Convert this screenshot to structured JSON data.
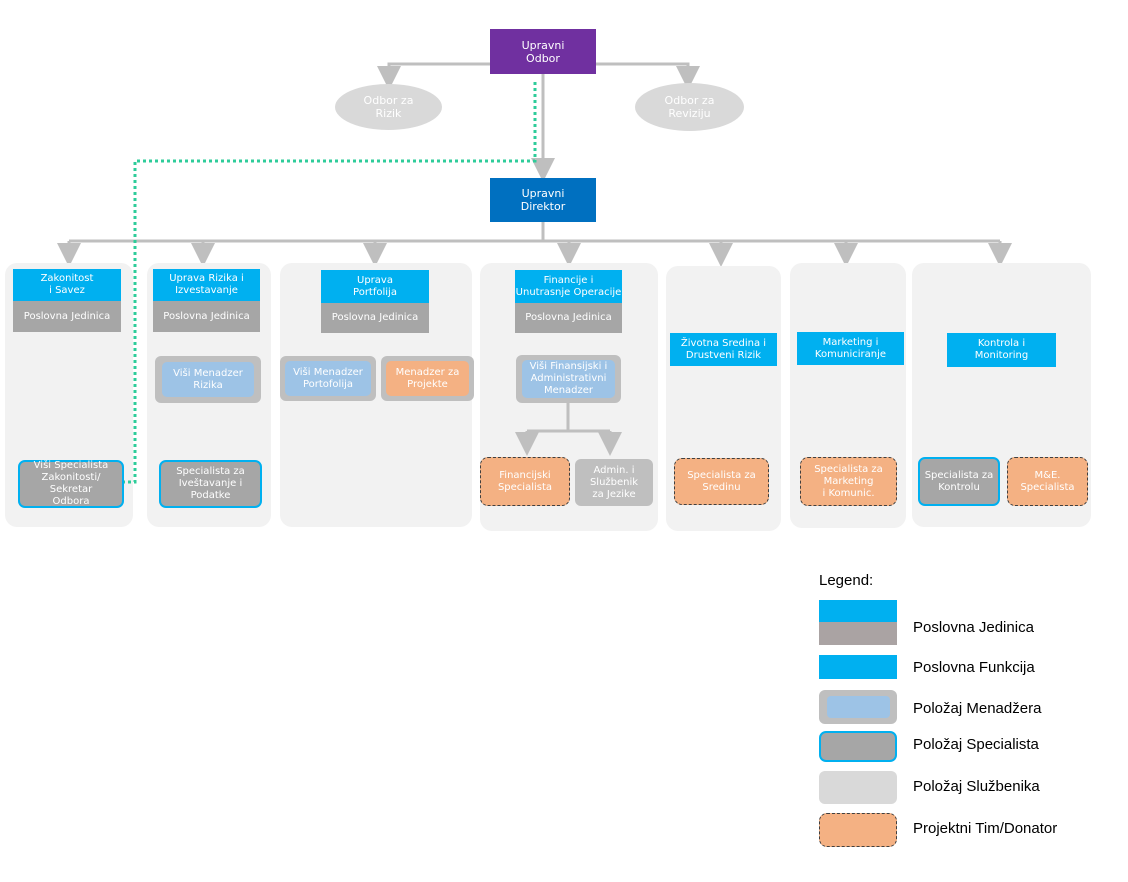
{
  "board": "Upravni\nOdbor",
  "risk_committee": "Odbor za\nRizik",
  "audit_committee": "Odbor za\nReviziju",
  "director": "Upravni\nDirektor",
  "business_unit_label": "Poslovna Jedinica",
  "units": {
    "u1": {
      "title": "Zakonitost\ni Savez",
      "spec": "Viši  Specialista\nZakonitosti/ Sekretar\nOdbora"
    },
    "u2": {
      "title": "Uprava Rizika i\nIzvestavanje",
      "mgr": "Viši Menadzer\nRizika",
      "spec": "Specialista za\nIveštavanje i\nPodatke"
    },
    "u3": {
      "title": "Uprava\nPortfolija",
      "mgr": "Viši Menadzer\nPortofolija",
      "proj_mgr": "Menadzer za\nProjekte"
    },
    "u4": {
      "title": "Financije i\nUnutrasnje Operacije",
      "mgr": "Viši Finansijski i\nAdministrativni\nMenadzer",
      "proj": "Financijski\nSpecialista",
      "clerk": "Admin. i\nSlužbenik\nza Jezike"
    },
    "u5": {
      "title": "Životna Sredina i\nDrustveni Rizik",
      "proj": "Specialista za\nSredinu"
    },
    "u6": {
      "title": "Marketing i\nKomuniciranje",
      "proj": "Specialista  za\nMarketing\ni Komunic."
    },
    "u7": {
      "title": "Kontrola i\nMonitoring",
      "spec": "Specialista za\nKontrolu",
      "proj": "M&E.\nSpecialista"
    }
  },
  "legend": {
    "title": "Legend:",
    "items": [
      "Poslovna Jedinica",
      "Poslovna Funkcija",
      "Položaj Menadžera",
      "Položaj Specialista",
      "Položaj  Službenika",
      "Projektni Tim/Donator"
    ]
  },
  "colors": {
    "business_function": "#00b0f0",
    "business_unit": "#a6a6a6",
    "board": "#7030a0",
    "director": "#0070c0",
    "manager": "#9dc3e6",
    "project": "#f4b183",
    "dotted_line": "#2ecc9a"
  }
}
